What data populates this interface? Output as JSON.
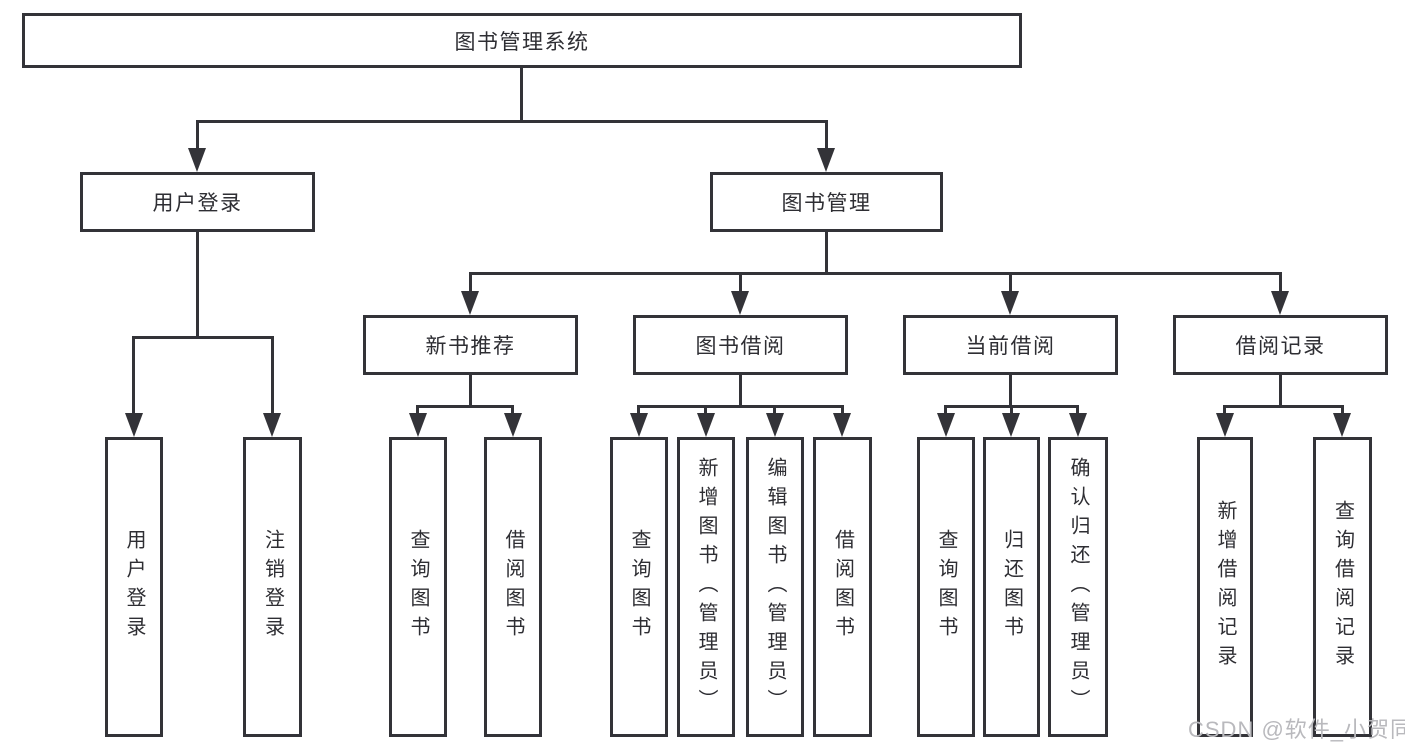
{
  "tree": {
    "root": {
      "label": "图书管理系统"
    },
    "branches": [
      {
        "label": "用户登录",
        "children": [
          {
            "label": "用户登录"
          },
          {
            "label": "注销登录"
          }
        ]
      },
      {
        "label": "图书管理",
        "children": [
          {
            "label": "新书推荐",
            "children": [
              {
                "label": "查询图书"
              },
              {
                "label": "借阅图书"
              }
            ]
          },
          {
            "label": "图书借阅",
            "children": [
              {
                "label": "查询图书"
              },
              {
                "label": "新增图书（管理员）"
              },
              {
                "label": "编辑图书（管理员）"
              },
              {
                "label": "借阅图书"
              }
            ]
          },
          {
            "label": "当前借阅",
            "children": [
              {
                "label": "查询图书"
              },
              {
                "label": "归还图书"
              },
              {
                "label": "确认归还（管理员）"
              }
            ]
          },
          {
            "label": "借阅记录",
            "children": [
              {
                "label": "新增借阅记录"
              },
              {
                "label": "查询借阅记录"
              }
            ]
          }
        ]
      }
    ]
  },
  "watermark": {
    "text": "CSDN @软件_小贺同学"
  },
  "colors": {
    "line": "#333338",
    "text": "#2e2e33",
    "box_background": "#ffffff",
    "watermark": "#b9b9bd"
  }
}
